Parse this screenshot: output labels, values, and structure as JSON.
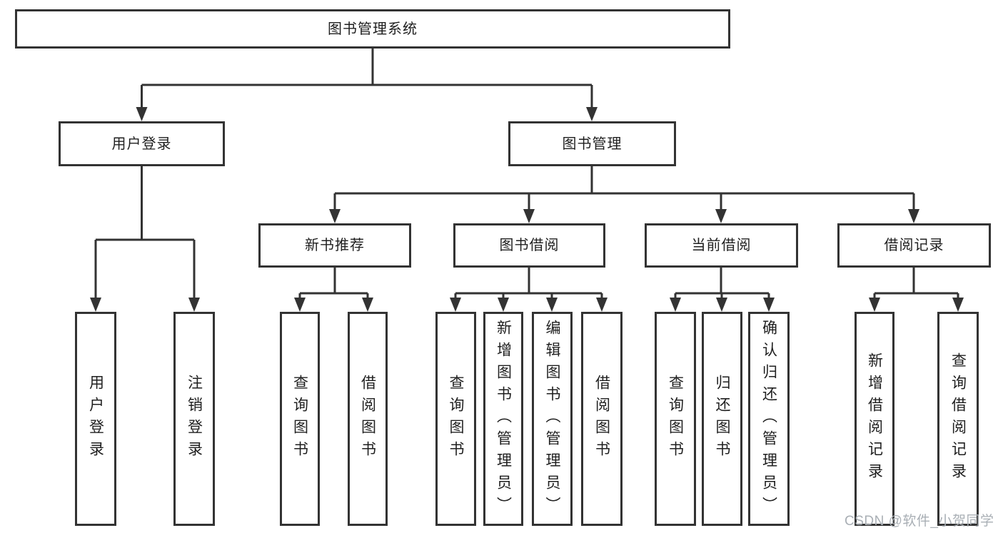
{
  "colors": {
    "line": "#333333",
    "text": "#1f1f1f",
    "watermark": "#a9afb5",
    "background": "#ffffff"
  },
  "tree": {
    "label": "图书管理系统",
    "children": [
      {
        "label": "用户登录",
        "children": [
          {
            "label": "用户登录"
          },
          {
            "label": "注销登录"
          }
        ]
      },
      {
        "label": "图书管理",
        "children": [
          {
            "label": "新书推荐",
            "children": [
              {
                "label": "查询图书"
              },
              {
                "label": "借阅图书"
              }
            ]
          },
          {
            "label": "图书借阅",
            "children": [
              {
                "label": "查询图书"
              },
              {
                "label": "新增图书（管理员）"
              },
              {
                "label": "编辑图书（管理员）"
              },
              {
                "label": "借阅图书"
              }
            ]
          },
          {
            "label": "当前借阅",
            "children": [
              {
                "label": "查询图书"
              },
              {
                "label": "归还图书"
              },
              {
                "label": "确认归还（管理员）"
              }
            ]
          },
          {
            "label": "借阅记录",
            "children": [
              {
                "label": "新增借阅记录"
              },
              {
                "label": "查询借阅记录"
              }
            ]
          }
        ]
      }
    ]
  },
  "watermark": {
    "text": "CSDN @软件_小贺同学"
  }
}
